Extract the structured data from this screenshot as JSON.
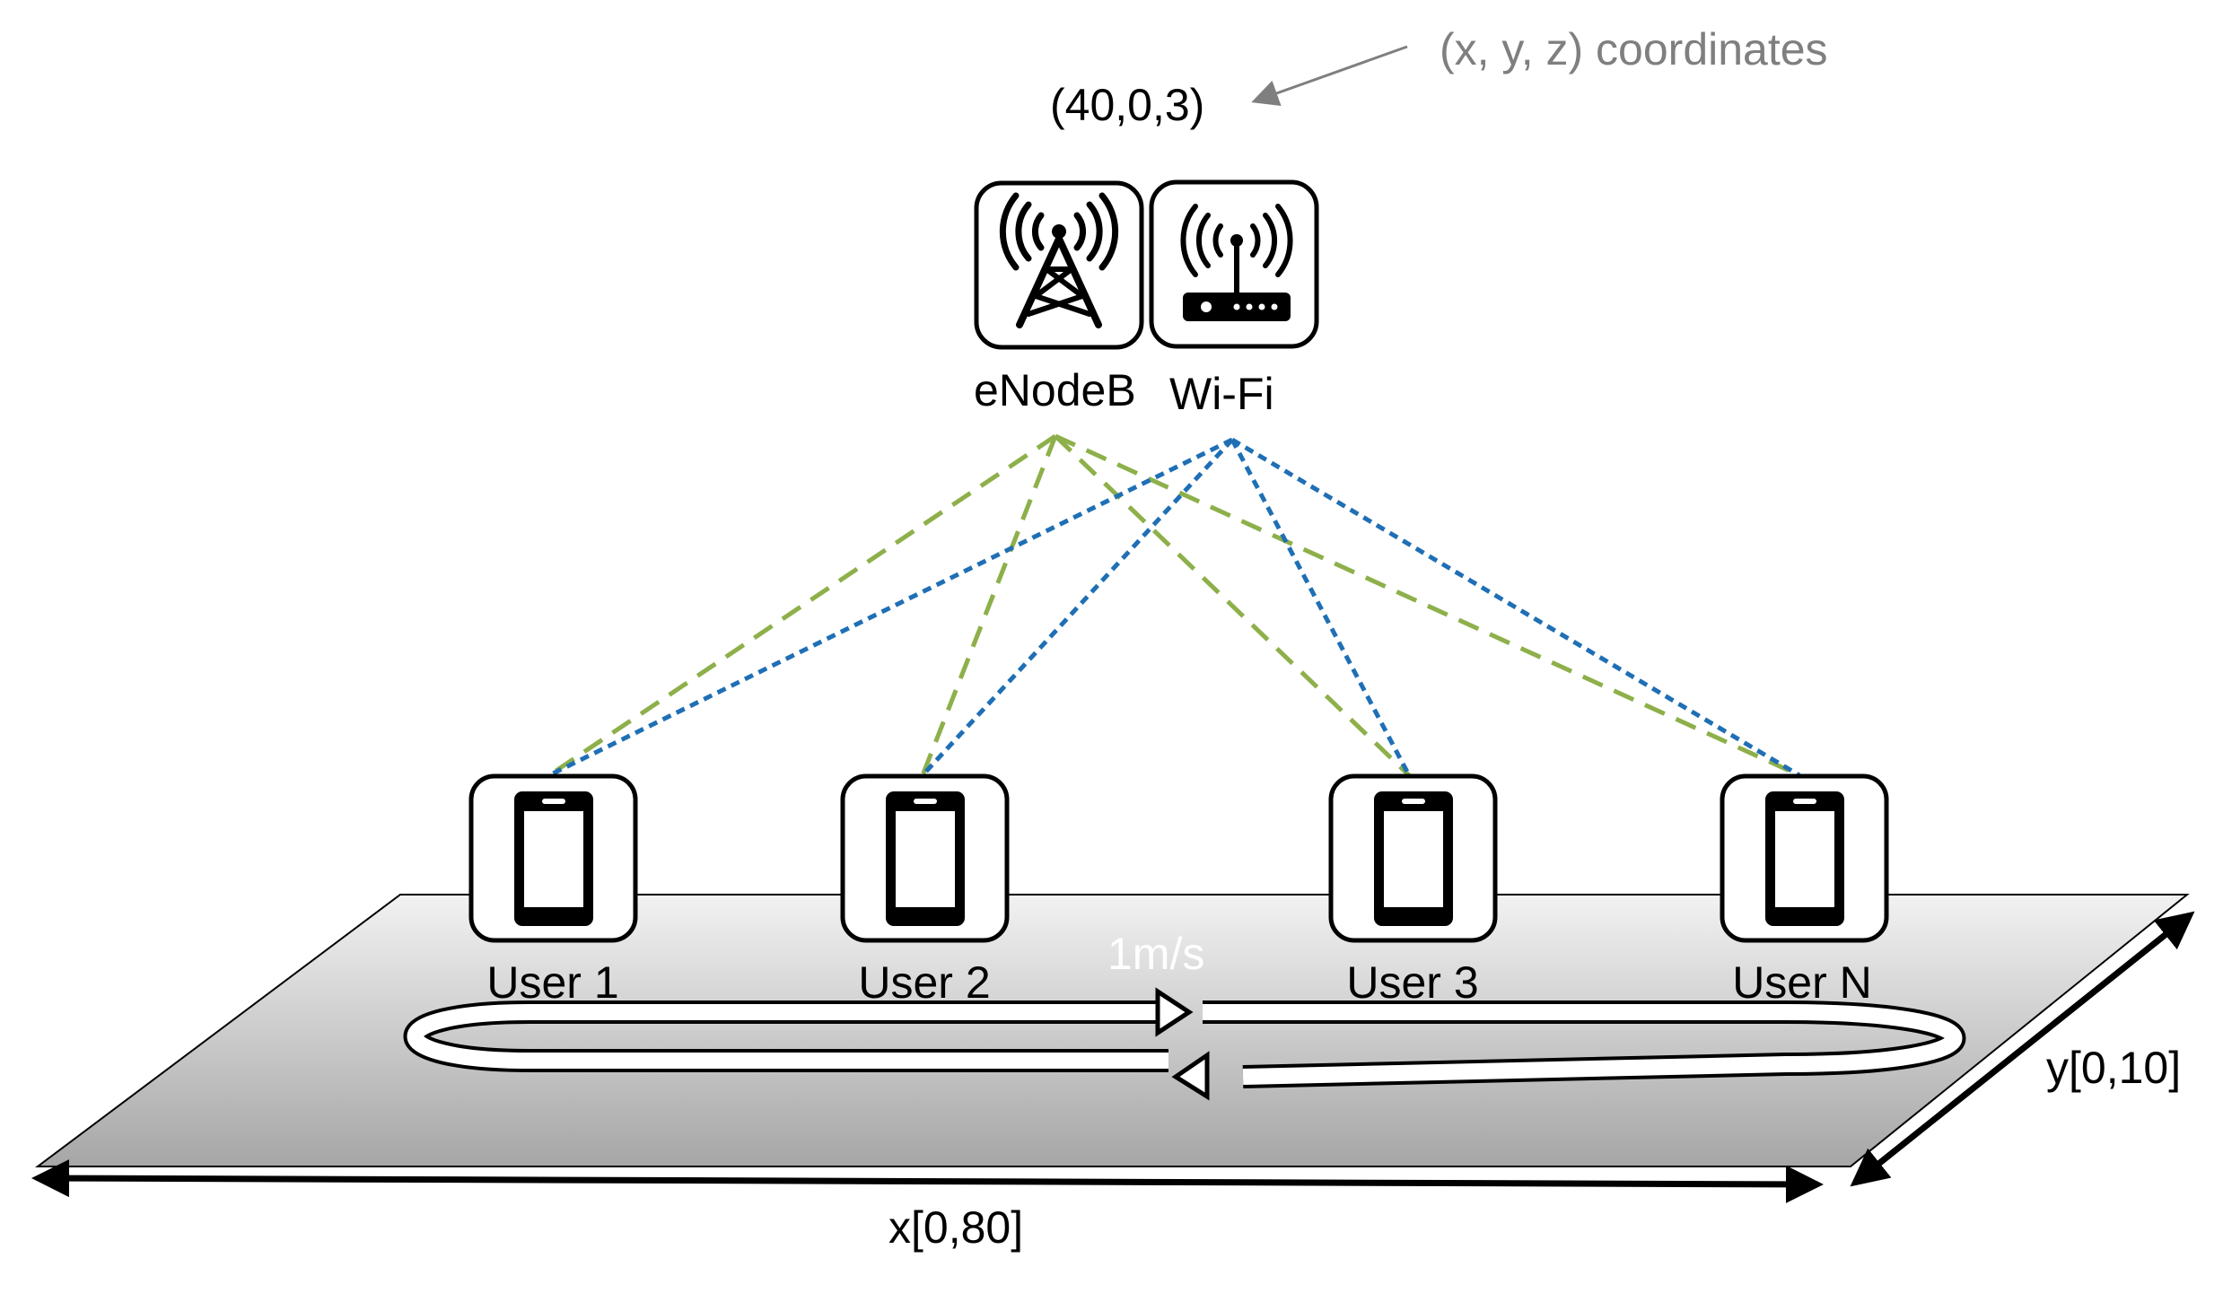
{
  "labels": {
    "coord_hint": "(x, y, z) coordinates",
    "base_coord": "(40,0,3)",
    "enodeb": "eNodeB",
    "wifi": "Wi-Fi",
    "speed": "1m/s",
    "x_axis": "x[0,80]",
    "y_axis": "y[0,10]"
  },
  "users": [
    {
      "id": "user-1",
      "label": "User 1"
    },
    {
      "id": "user-2",
      "label": "User 2"
    },
    {
      "id": "user-3",
      "label": "User 3"
    },
    {
      "id": "user-n",
      "label": "User N"
    }
  ],
  "colors": {
    "lte_link": "#8db04a",
    "wifi_link": "#1f6fb5",
    "plane_light": "#f2f2f2",
    "plane_dark": "#a6a6a6",
    "hint_gray": "#7f7f7f"
  }
}
